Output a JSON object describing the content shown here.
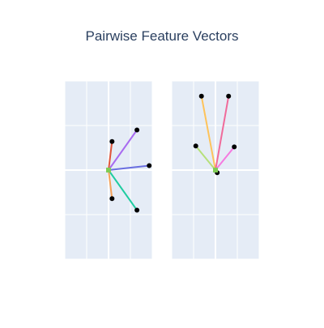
{
  "chart_data": [
    {
      "type": "vector",
      "title": "Pairwise Feature Vectors",
      "xlim": [
        -1,
        1
      ],
      "ylim": [
        -1,
        1
      ],
      "grid": true,
      "background": "#e5ecf6",
      "gridColor": "#ffffff",
      "origin": [
        0,
        0
      ],
      "originColor": "#7fcc55",
      "pointColor": "#000000",
      "vectors": [
        {
          "x": 0.08,
          "y": 0.32,
          "color": "#e0553a"
        },
        {
          "x": 0.65,
          "y": 0.45,
          "color": "#a86bf0"
        },
        {
          "x": 0.93,
          "y": 0.05,
          "color": "#6a6fe0"
        },
        {
          "x": 0.65,
          "y": -0.45,
          "color": "#1fcca0"
        },
        {
          "x": 0.08,
          "y": -0.32,
          "color": "#f5a25a"
        }
      ]
    },
    {
      "type": "vector",
      "title": "",
      "xlim": [
        -1,
        1
      ],
      "ylim": [
        -1,
        1
      ],
      "grid": true,
      "background": "#e5ecf6",
      "gridColor": "#ffffff",
      "origin": [
        0,
        0
      ],
      "originColor": "#7fcc55",
      "pointColor": "#000000",
      "vectors": [
        {
          "x": -0.32,
          "y": 0.83,
          "color": "#fec35a"
        },
        {
          "x": 0.3,
          "y": 0.83,
          "color": "#f06a9a"
        },
        {
          "x": -0.45,
          "y": 0.27,
          "color": "#b6e07a"
        },
        {
          "x": 0.43,
          "y": 0.26,
          "color": "#f57ae0"
        },
        {
          "x": 0.04,
          "y": -0.03,
          "color": "#7fd6ff"
        }
      ]
    }
  ]
}
